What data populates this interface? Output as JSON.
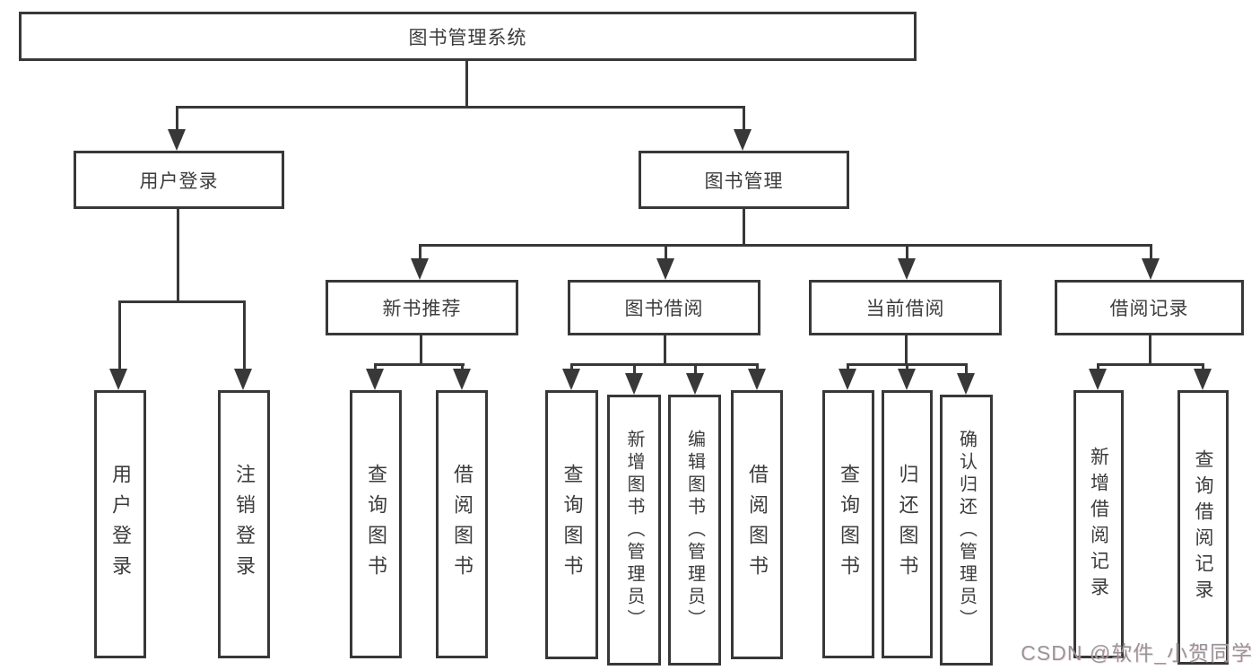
{
  "root": {
    "label": "图书管理系统"
  },
  "branches": [
    {
      "label": "用户登录"
    },
    {
      "label": "图书管理"
    }
  ],
  "modules": [
    {
      "label": "新书推荐"
    },
    {
      "label": "图书借阅"
    },
    {
      "label": "当前借阅"
    },
    {
      "label": "借阅记录"
    }
  ],
  "leaves": {
    "user_login": [
      "用户登录",
      "注销登录"
    ],
    "new_book": [
      "查询图书",
      "借阅图书"
    ],
    "borrow": [
      "查询图书",
      "新增图书（管理员）",
      "编辑图书（管理员）",
      "借阅图书"
    ],
    "current": [
      "查询图书",
      "归还图书",
      "确认归还（管理员）"
    ],
    "records": [
      "新增借阅记录",
      "查询借阅记录"
    ]
  },
  "watermark": "CSDN @软件_小贺同学",
  "colors": {
    "line": "#383838",
    "text": "#3c3c3c",
    "background": "#ffffff",
    "watermark": "#96969a"
  }
}
